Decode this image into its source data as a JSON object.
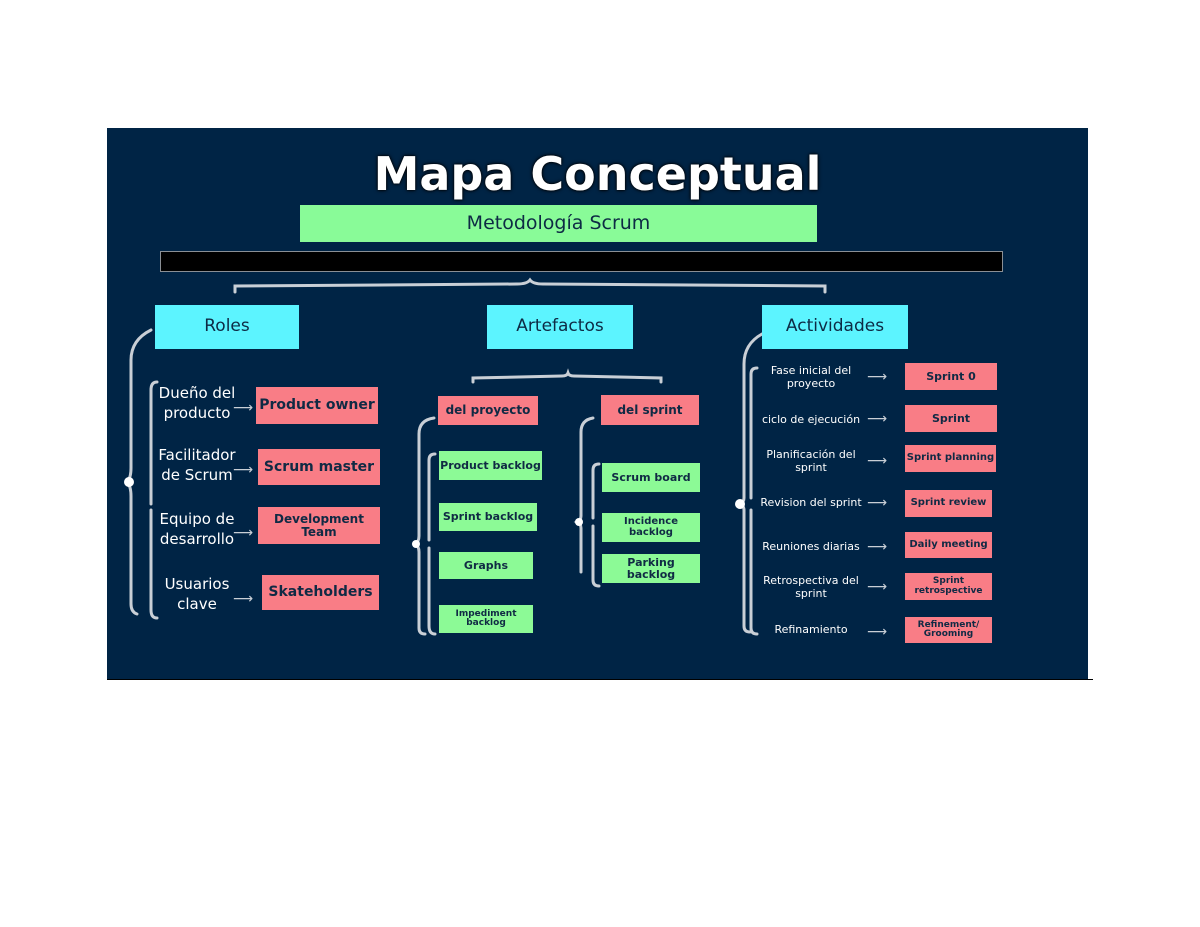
{
  "title": "Mapa Conceptual",
  "subtitle": "Metodología Scrum",
  "colors": {
    "background": "#002445",
    "category_box": "#5cf4ff",
    "term_box": "#f97d86",
    "artifact_box": "#8cfa96",
    "subtitle_box": "#89fb98",
    "connector": "#c9cfd6"
  },
  "roles": {
    "heading": "Roles",
    "items": [
      {
        "label": "Dueño del producto",
        "value": "Product owner"
      },
      {
        "label": "Facilitador de Scrum",
        "value": "Scrum master"
      },
      {
        "label": "Equipo de desarrollo",
        "value": "Development Team"
      },
      {
        "label": "Usuarios clave",
        "value": "Skateholders"
      }
    ]
  },
  "artefactos": {
    "heading": "Artefactos",
    "proyecto": {
      "heading": "del proyecto",
      "items": [
        "Product backlog",
        "Sprint backlog",
        "Graphs",
        "Impediment backlog"
      ]
    },
    "sprint": {
      "heading": "del sprint",
      "items": [
        "Scrum board",
        "Incidence backlog",
        "Parking backlog"
      ]
    }
  },
  "actividades": {
    "heading": "Actividades",
    "items": [
      {
        "label": "Fase inicial del proyecto",
        "value": "Sprint 0"
      },
      {
        "label": "ciclo de ejecución",
        "value": "Sprint"
      },
      {
        "label": "Planificación del sprint",
        "value": "Sprint planning"
      },
      {
        "label": "Revision del sprint",
        "value": "Sprint review"
      },
      {
        "label": "Reuniones diarias",
        "value": "Daily meeting"
      },
      {
        "label": "Retrospectiva del sprint",
        "value": "Sprint retrospective"
      },
      {
        "label": "Refinamiento",
        "value": "Refinement/ Grooming"
      }
    ]
  }
}
